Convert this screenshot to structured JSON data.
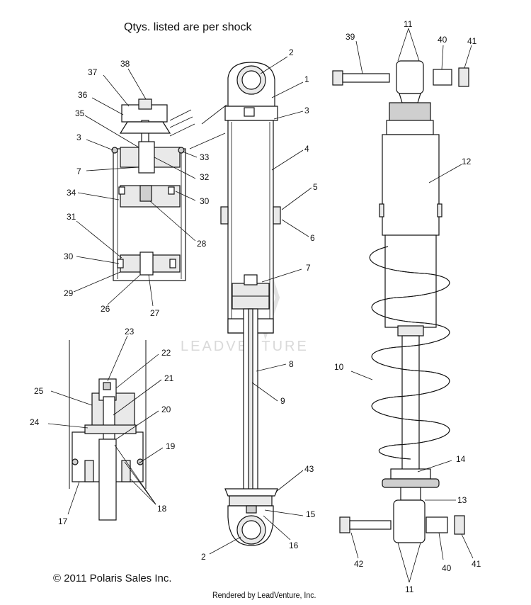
{
  "header": {
    "note": "Qtys. listed are per shock"
  },
  "footer": {
    "copyright": "© 2011 Polaris Sales Inc.",
    "rendered_by": "Rendered by LeadVenture, Inc."
  },
  "watermark": "LEADVENTURE",
  "callouts": {
    "c1": "1",
    "c2a": "2",
    "c2b": "2",
    "c3a": "3",
    "c3b": "3",
    "c4": "4",
    "c5": "5",
    "c6": "6",
    "c7a": "7",
    "c7b": "7",
    "c8": "8",
    "c9": "9",
    "c10": "10",
    "c11a": "11",
    "c11b": "11",
    "c12": "12",
    "c13": "13",
    "c14": "14",
    "c15": "15",
    "c16": "16",
    "c17": "17",
    "c18": "18",
    "c19": "19",
    "c20": "20",
    "c21": "21",
    "c22": "22",
    "c23": "23",
    "c24": "24",
    "c25": "25",
    "c26": "26",
    "c27": "27",
    "c28": "28",
    "c29": "29",
    "c30a": "30",
    "c30b": "30",
    "c31": "31",
    "c32": "32",
    "c33": "33",
    "c34": "34",
    "c35": "35",
    "c36": "36",
    "c37": "37",
    "c38": "38",
    "c39": "39",
    "c40a": "40",
    "c40b": "40",
    "c41a": "41",
    "c41b": "41",
    "c42": "42",
    "c43": "43"
  }
}
